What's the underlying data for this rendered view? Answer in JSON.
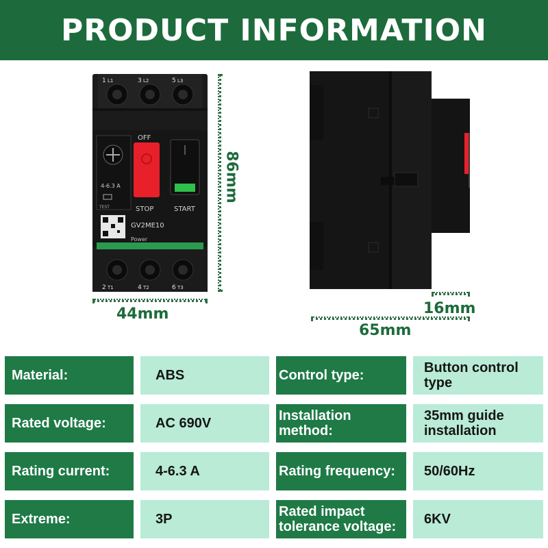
{
  "header": {
    "title": "PRODUCT INFORMATION"
  },
  "colors": {
    "brand_green": "#1d6b3c",
    "label_bg": "#1f7a46",
    "value_bg": "#b9ebd7",
    "device_body": "#1b1b1b",
    "stop_button": "#e8202a",
    "start_indicator": "#2fbf4a"
  },
  "dimensions": {
    "height": "86mm",
    "width": "44mm",
    "depth": "65mm",
    "protrusion": "16mm"
  },
  "device": {
    "top_terminals": [
      "1",
      "3",
      "5"
    ],
    "top_terminal_sub": [
      "L1",
      "L2",
      "L3"
    ],
    "bottom_terminals": [
      "2",
      "4",
      "6"
    ],
    "bottom_terminal_sub": [
      "T1",
      "T2",
      "T3"
    ],
    "off_label": "OFF",
    "stop_label": "STOP",
    "start_label": "START",
    "model": "GV2ME10",
    "power_label": "Power",
    "range_label": "4-6.3 A",
    "test_label": "TEST"
  },
  "specs": [
    {
      "label": "Material:",
      "value": "ABS",
      "label2": "Control type:",
      "value2": "Button control type"
    },
    {
      "label": "Rated voltage:",
      "value": "AC 690V",
      "label2": "Installation method:",
      "value2": "35mm guide installation"
    },
    {
      "label": "Rating current:",
      "value": "4-6.3 A",
      "label2": "Rating frequency:",
      "value2": "50/60Hz"
    },
    {
      "label": "Extreme:",
      "value": "3P",
      "label2": "Rated impact tolerance voltage:",
      "value2": "6KV"
    }
  ]
}
